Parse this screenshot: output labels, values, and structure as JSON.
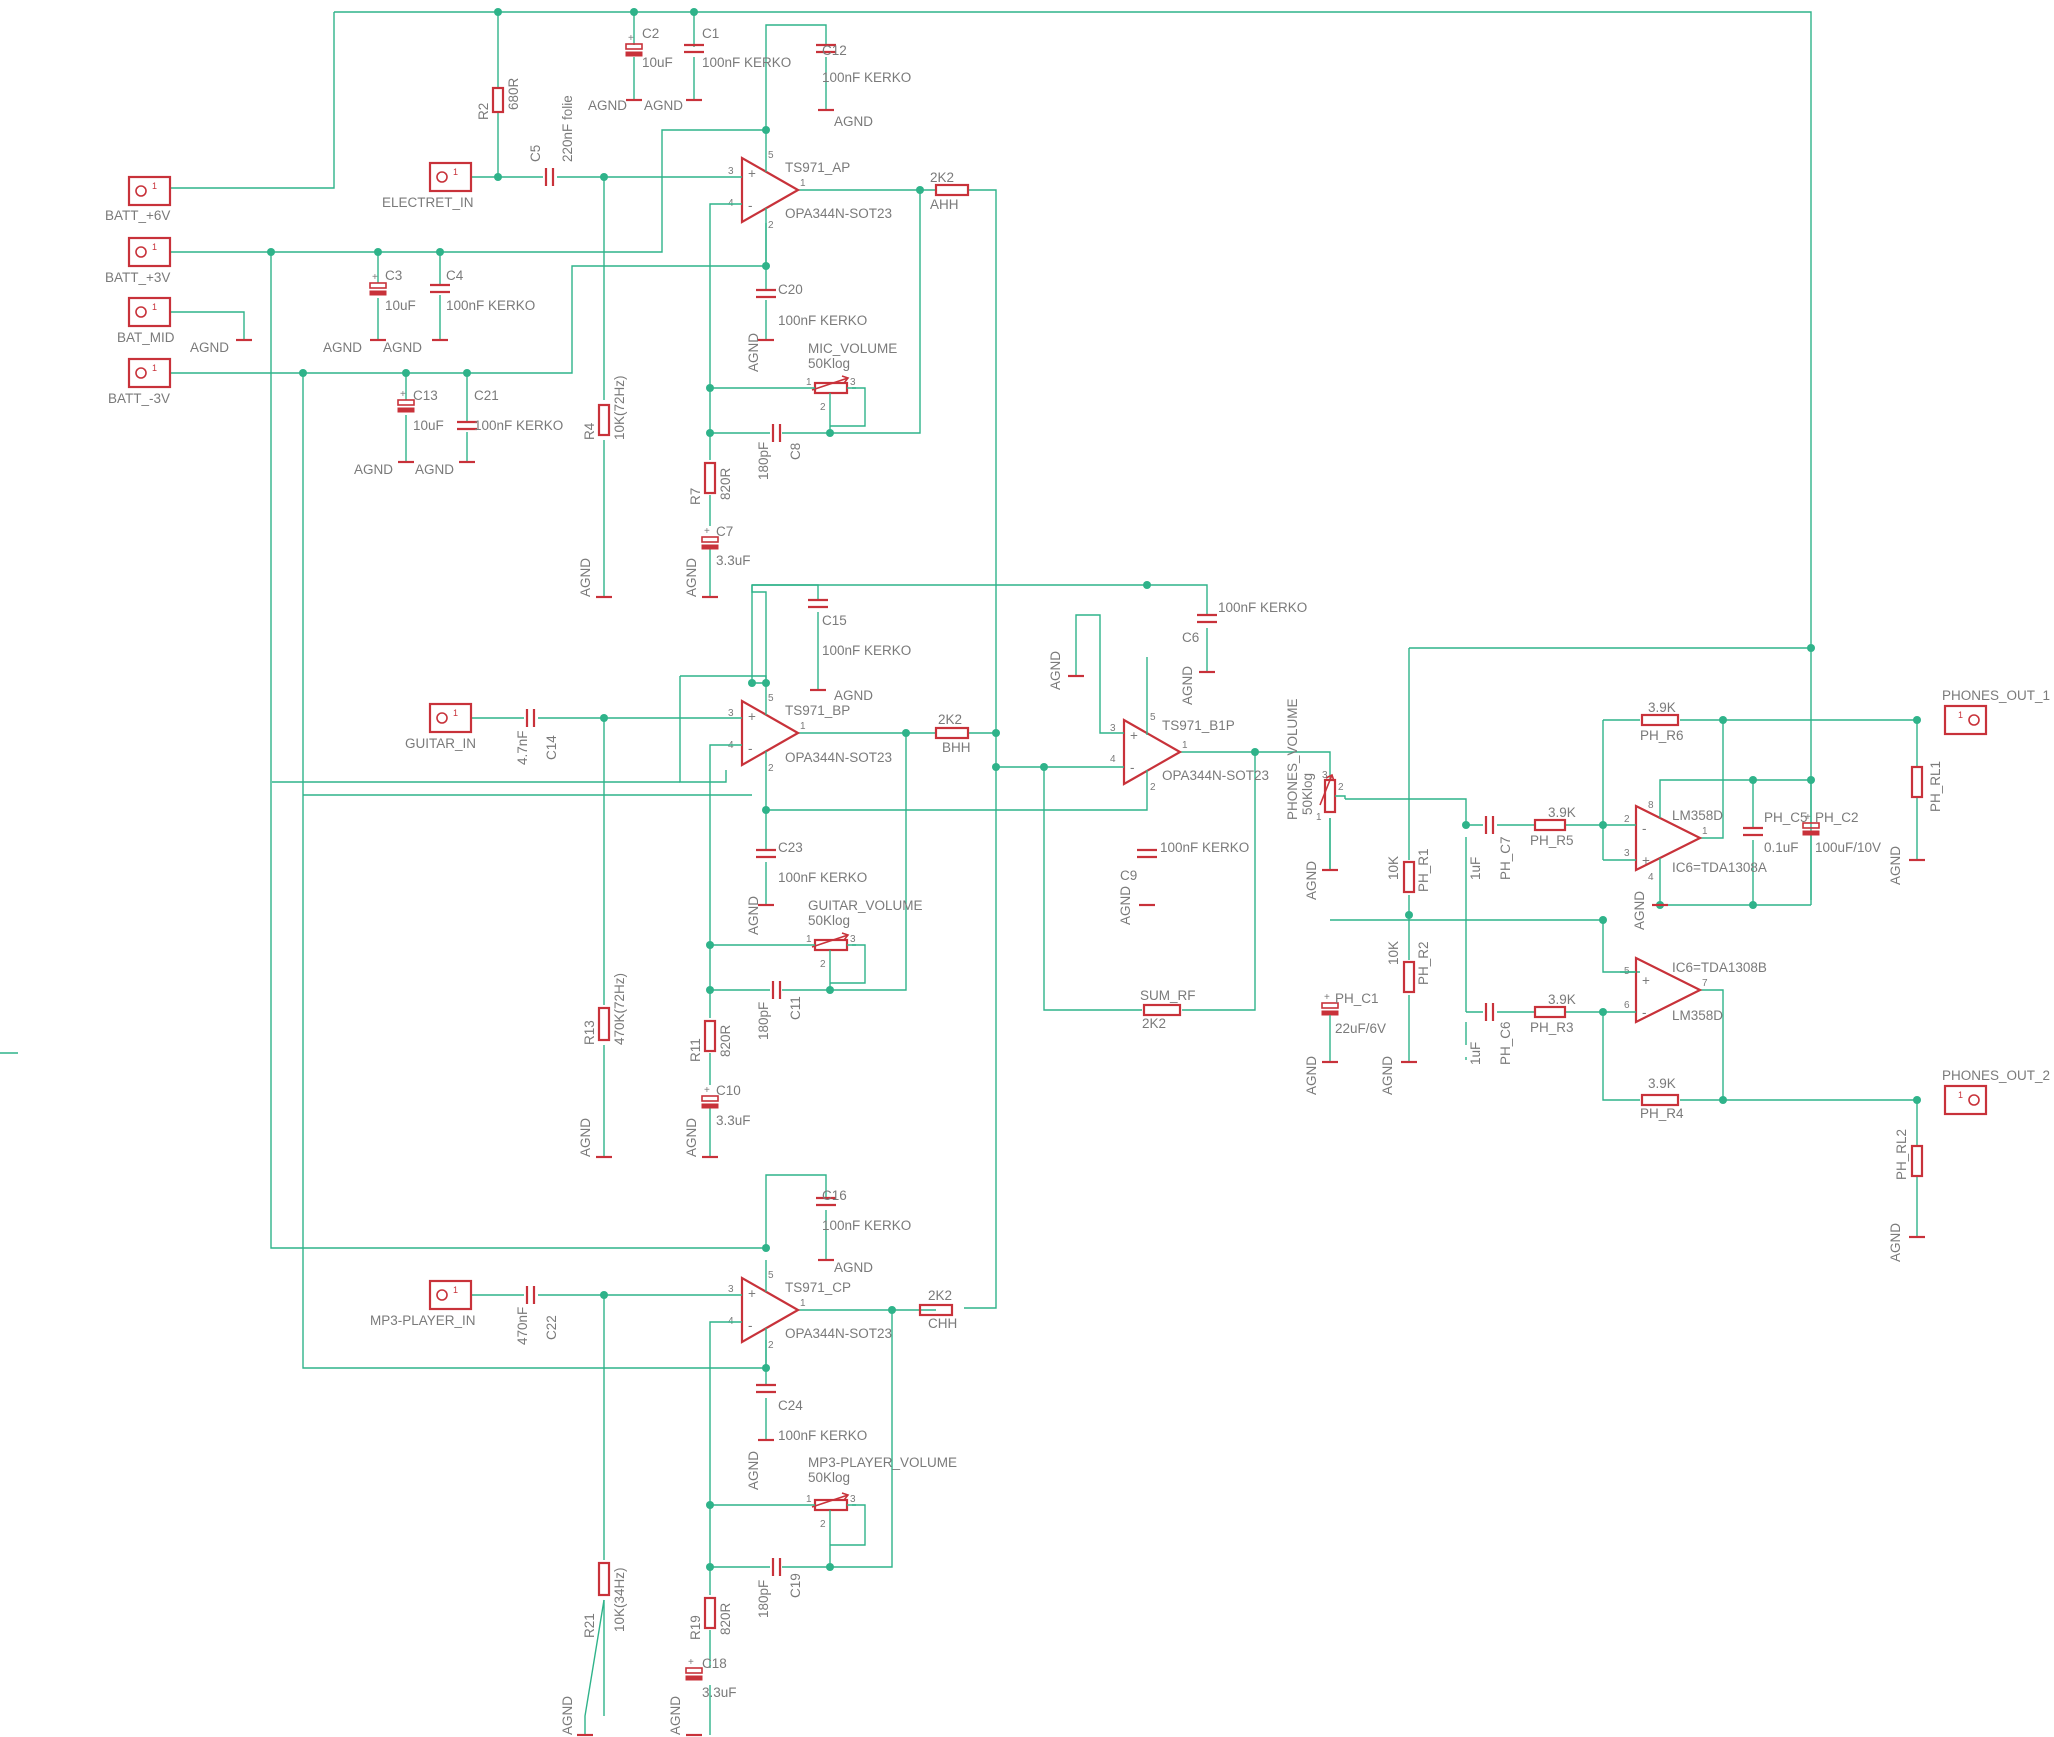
{
  "connectors": {
    "batt_6v": "BATT_+6V",
    "batt_3v": "BATT_+3V",
    "bat_mid": "BAT_MID",
    "batt_m3v": "BATT_-3V",
    "electret_in": "ELECTRET_IN",
    "guitar_in": "GUITAR_IN",
    "mp3_in": "MP3-PLAYER_IN",
    "phones_out_1": "PHONES_OUT_1",
    "phones_out_2": "PHONES_OUT_2",
    "pin1": "1"
  },
  "gnd": "AGND",
  "opamps": {
    "ap": {
      "name": "TS971_AP",
      "value": "OPA344N-SOT23"
    },
    "bp": {
      "name": "TS971_BP",
      "value": "OPA344N-SOT23"
    },
    "cp": {
      "name": "TS971_CP",
      "value": "OPA344N-SOT23"
    },
    "b1p": {
      "name": "TS971_B1P",
      "value": "OPA344N-SOT23"
    },
    "lm_a": {
      "name": "IC6=TDA1308A",
      "value": "LM358D"
    },
    "lm_b": {
      "name": "IC6=TDA1308B",
      "value": "LM358D"
    }
  },
  "caps": {
    "c2": {
      "name": "C2",
      "value": "10uF"
    },
    "c1": {
      "name": "C1",
      "value": "100nF KERKO"
    },
    "c12": {
      "name": "C12",
      "value": "100nF KERKO"
    },
    "c5": {
      "name": "C5",
      "value": "220nF folie"
    },
    "c3": {
      "name": "C3",
      "value": "10uF"
    },
    "c4": {
      "name": "C4",
      "value": "100nF KERKO"
    },
    "c13": {
      "name": "C13",
      "value": "10uF"
    },
    "c21": {
      "name": "C21",
      "value": "100nF KERKO"
    },
    "c20": {
      "name": "C20",
      "value": "100nF KERKO"
    },
    "c8": {
      "name": "C8",
      "value": "180pF"
    },
    "c7": {
      "name": "C7",
      "value": "3.3uF"
    },
    "c15": {
      "name": "C15",
      "value": "100nF KERKO"
    },
    "c14": {
      "name": "C14",
      "value": "4.7nF"
    },
    "c23": {
      "name": "C23",
      "value": "100nF KERKO"
    },
    "c11": {
      "name": "C11",
      "value": "180pF"
    },
    "c10": {
      "name": "C10",
      "value": "3.3uF"
    },
    "c16": {
      "name": "C16",
      "value": "100nF KERKO"
    },
    "c22": {
      "name": "C22",
      "value": "470nF"
    },
    "c24": {
      "name": "C24",
      "value": "100nF KERKO"
    },
    "c19": {
      "name": "C19",
      "value": "180pF"
    },
    "c18": {
      "name": "C18",
      "value": "3.3uF"
    },
    "c6": {
      "name": "C6",
      "value": "100nF KERKO"
    },
    "c9": {
      "name": "C9",
      "value": "100nF KERKO"
    },
    "ph_c7": {
      "name": "PH_C7",
      "value": "1uF"
    },
    "ph_c6": {
      "name": "PH_C6",
      "value": "1uF"
    },
    "ph_c1": {
      "name": "PH_C1",
      "value": "22uF/6V"
    },
    "ph_c5": {
      "name": "PH_C5",
      "value": "0.1uF"
    },
    "ph_c2": {
      "name": "PH_C2",
      "value": "100uF/10V"
    }
  },
  "resistors": {
    "r2": {
      "name": "R2",
      "value": "680R"
    },
    "r4": {
      "name": "R4",
      "value": "10K(72Hz)"
    },
    "r7": {
      "name": "R7",
      "value": "820R"
    },
    "ahh": {
      "name": "AHH",
      "value": "2K2"
    },
    "r13": {
      "name": "R13",
      "value": "470K(72Hz)"
    },
    "r11": {
      "name": "R11",
      "value": "820R"
    },
    "bhh": {
      "name": "BHH",
      "value": "2K2"
    },
    "r21": {
      "name": "R21",
      "value": "10K(34Hz)"
    },
    "r19": {
      "name": "R19",
      "value": "820R"
    },
    "chh": {
      "name": "CHH",
      "value": "2K2"
    },
    "sum_rf": {
      "name": "SUM_RF",
      "value": "2K2"
    },
    "ph_r1": {
      "name": "PH_R1",
      "value": "10K"
    },
    "ph_r2": {
      "name": "PH_R2",
      "value": "10K"
    },
    "ph_r5": {
      "name": "PH_R5",
      "value": "3.9K"
    },
    "ph_r3": {
      "name": "PH_R3",
      "value": "3.9K"
    },
    "ph_r6": {
      "name": "PH_R6",
      "value": "3.9K"
    },
    "ph_r4": {
      "name": "PH_R4",
      "value": "3.9K"
    },
    "ph_rl1": {
      "name": "PH_RL1",
      "value": ""
    },
    "ph_rl2": {
      "name": "PH_RL2",
      "value": ""
    }
  },
  "pots": {
    "mic": {
      "name": "MIC_VOLUME",
      "value": "50Klog"
    },
    "guitar": {
      "name": "GUITAR_VOLUME",
      "value": "50Klog"
    },
    "mp3": {
      "name": "MP3-PLAYER_VOLUME",
      "value": "50Klog"
    },
    "phones": {
      "name": "PHONES_VOLUME",
      "value": "50Klog"
    }
  },
  "pins": {
    "p1": "1",
    "p2": "2",
    "p3": "3",
    "p4": "4",
    "p5": "5",
    "p6": "6",
    "p7": "7",
    "p8": "8",
    "plus": "+",
    "minus": "-"
  }
}
